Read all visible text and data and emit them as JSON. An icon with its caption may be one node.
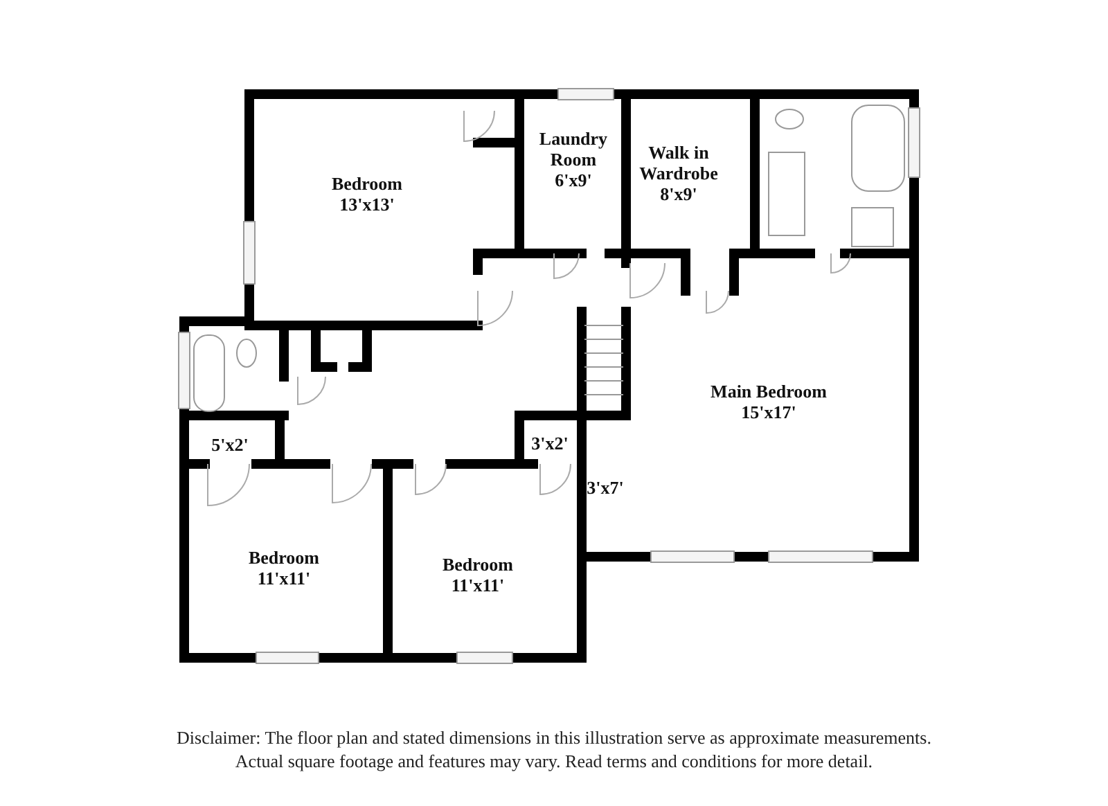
{
  "diagram": {
    "caption": "Disclaimer: The floor plan and stated dimensions in this illustration serve as approximate measurements. Actual square footage and features may vary. Read terms and conditions for more detail.",
    "nodes": [
      {
        "text": [
          "Bedroom",
          "13'x13'"
        ]
      },
      {
        "text": [
          "Laundry Room",
          "6'x9'"
        ]
      },
      {
        "text": [
          "Walk in Wardrobe",
          "8'x9'"
        ]
      },
      {
        "text": [
          "Main Bedroom",
          "15'x17'"
        ]
      },
      {
        "text": [
          "5'x2'"
        ]
      },
      {
        "text": [
          "3'x2'"
        ]
      },
      {
        "text": [
          "3'x7'"
        ]
      },
      {
        "text": [
          "Bedroom",
          "11'x11'"
        ]
      },
      {
        "text": [
          "Bedroom",
          "11'x11'"
        ]
      }
    ]
  }
}
